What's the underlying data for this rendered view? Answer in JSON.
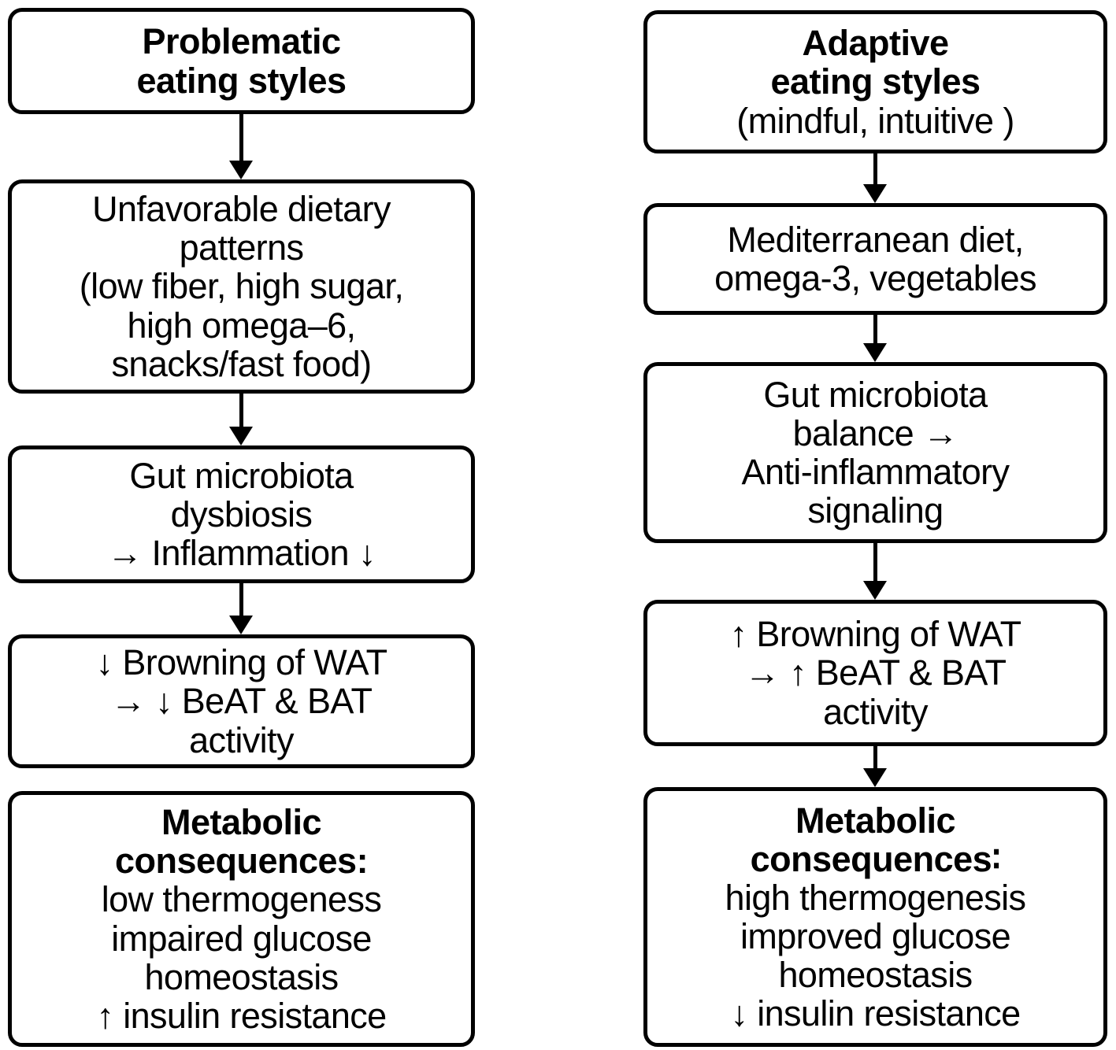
{
  "diagram": {
    "title": "Eating styles and metabolic consequences flowchart",
    "background_color": "#ffffff",
    "stroke_color": "#000000",
    "columns": [
      {
        "id": "problematic",
        "side": "left",
        "nodes": [
          {
            "name": "problematic-eating-styles",
            "lines": [
              {
                "text": "Problematic",
                "style": "bold"
              },
              {
                "text": "eating styles",
                "style": "bold"
              }
            ]
          },
          {
            "name": "unfavorable-dietary-patterns",
            "lines": [
              {
                "text": "Unfavorable dietary",
                "style": "regular"
              },
              {
                "text": "patterns",
                "style": "regular"
              },
              {
                "text": "(low fiber, high sugar,",
                "style": "regular"
              },
              {
                "text": "high omega–6,",
                "style": "regular"
              },
              {
                "text": "snacks/fast food)",
                "style": "regular"
              }
            ]
          },
          {
            "name": "gut-microbiota-dysbiosis",
            "lines": [
              {
                "text": "Gut microbiota",
                "style": "regular"
              },
              {
                "text": "dysbiosis",
                "style": "regular"
              },
              {
                "text": "→ Inflammation  ↓",
                "style": "regular"
              }
            ]
          },
          {
            "name": "decreased-browning-wat",
            "lines": [
              {
                "text": "↓ Browning of WAT",
                "style": "regular"
              },
              {
                "text": "→ ↓ BeAT & BAT",
                "style": "regular"
              },
              {
                "text": "activity",
                "style": "regular"
              }
            ]
          },
          {
            "name": "metabolic-consequences-negative",
            "lines": [
              {
                "text": "Metabolic",
                "style": "bold"
              },
              {
                "text": "consequences:",
                "style": "bold"
              },
              {
                "text": "low thermogeness",
                "style": "regular"
              },
              {
                "text": "impaired glucose",
                "style": "regular"
              },
              {
                "text": "homeostasis",
                "style": "regular"
              },
              {
                "text": "↑ insulin resistance",
                "style": "regular"
              }
            ]
          }
        ]
      },
      {
        "id": "adaptive",
        "side": "right",
        "nodes": [
          {
            "name": "adaptive-eating-styles",
            "lines": [
              {
                "text": "Adaptive",
                "style": "bold"
              },
              {
                "text": "eating styles",
                "style": "bold"
              },
              {
                "text": "(mindful, intuitive )",
                "style": "regular"
              }
            ]
          },
          {
            "name": "mediterranean-diet",
            "lines": [
              {
                "text": "Mediterranean diet,",
                "style": "regular"
              },
              {
                "text": "omega-3, vegetables",
                "style": "regular"
              }
            ]
          },
          {
            "name": "gut-microbiota-balance",
            "lines": [
              {
                "text": "Gut microbiota",
                "style": "regular"
              },
              {
                "text": "balance →",
                "style": "regular"
              },
              {
                "text": "Anti-inflammatory",
                "style": "regular"
              },
              {
                "text": "signaling",
                "style": "regular"
              }
            ]
          },
          {
            "name": "increased-browning-wat",
            "lines": [
              {
                "text": "↑ Browning of WAT",
                "style": "regular"
              },
              {
                "text": "→ ↑ BeAT & BAT",
                "style": "regular"
              },
              {
                "text": "activity",
                "style": "regular"
              }
            ]
          },
          {
            "name": "metabolic-consequences-positive",
            "lines": [
              {
                "text": "Metabolic",
                "style": "bold"
              },
              {
                "text": "consequences∶",
                "style": "bold"
              },
              {
                "text": "high thermogenesis",
                "style": "regular"
              },
              {
                "text": "improved glucose",
                "style": "regular"
              },
              {
                "text": "homeostasis",
                "style": "regular"
              },
              {
                "text": "↓ insulin resistance",
                "style": "regular"
              }
            ]
          }
        ]
      }
    ]
  }
}
